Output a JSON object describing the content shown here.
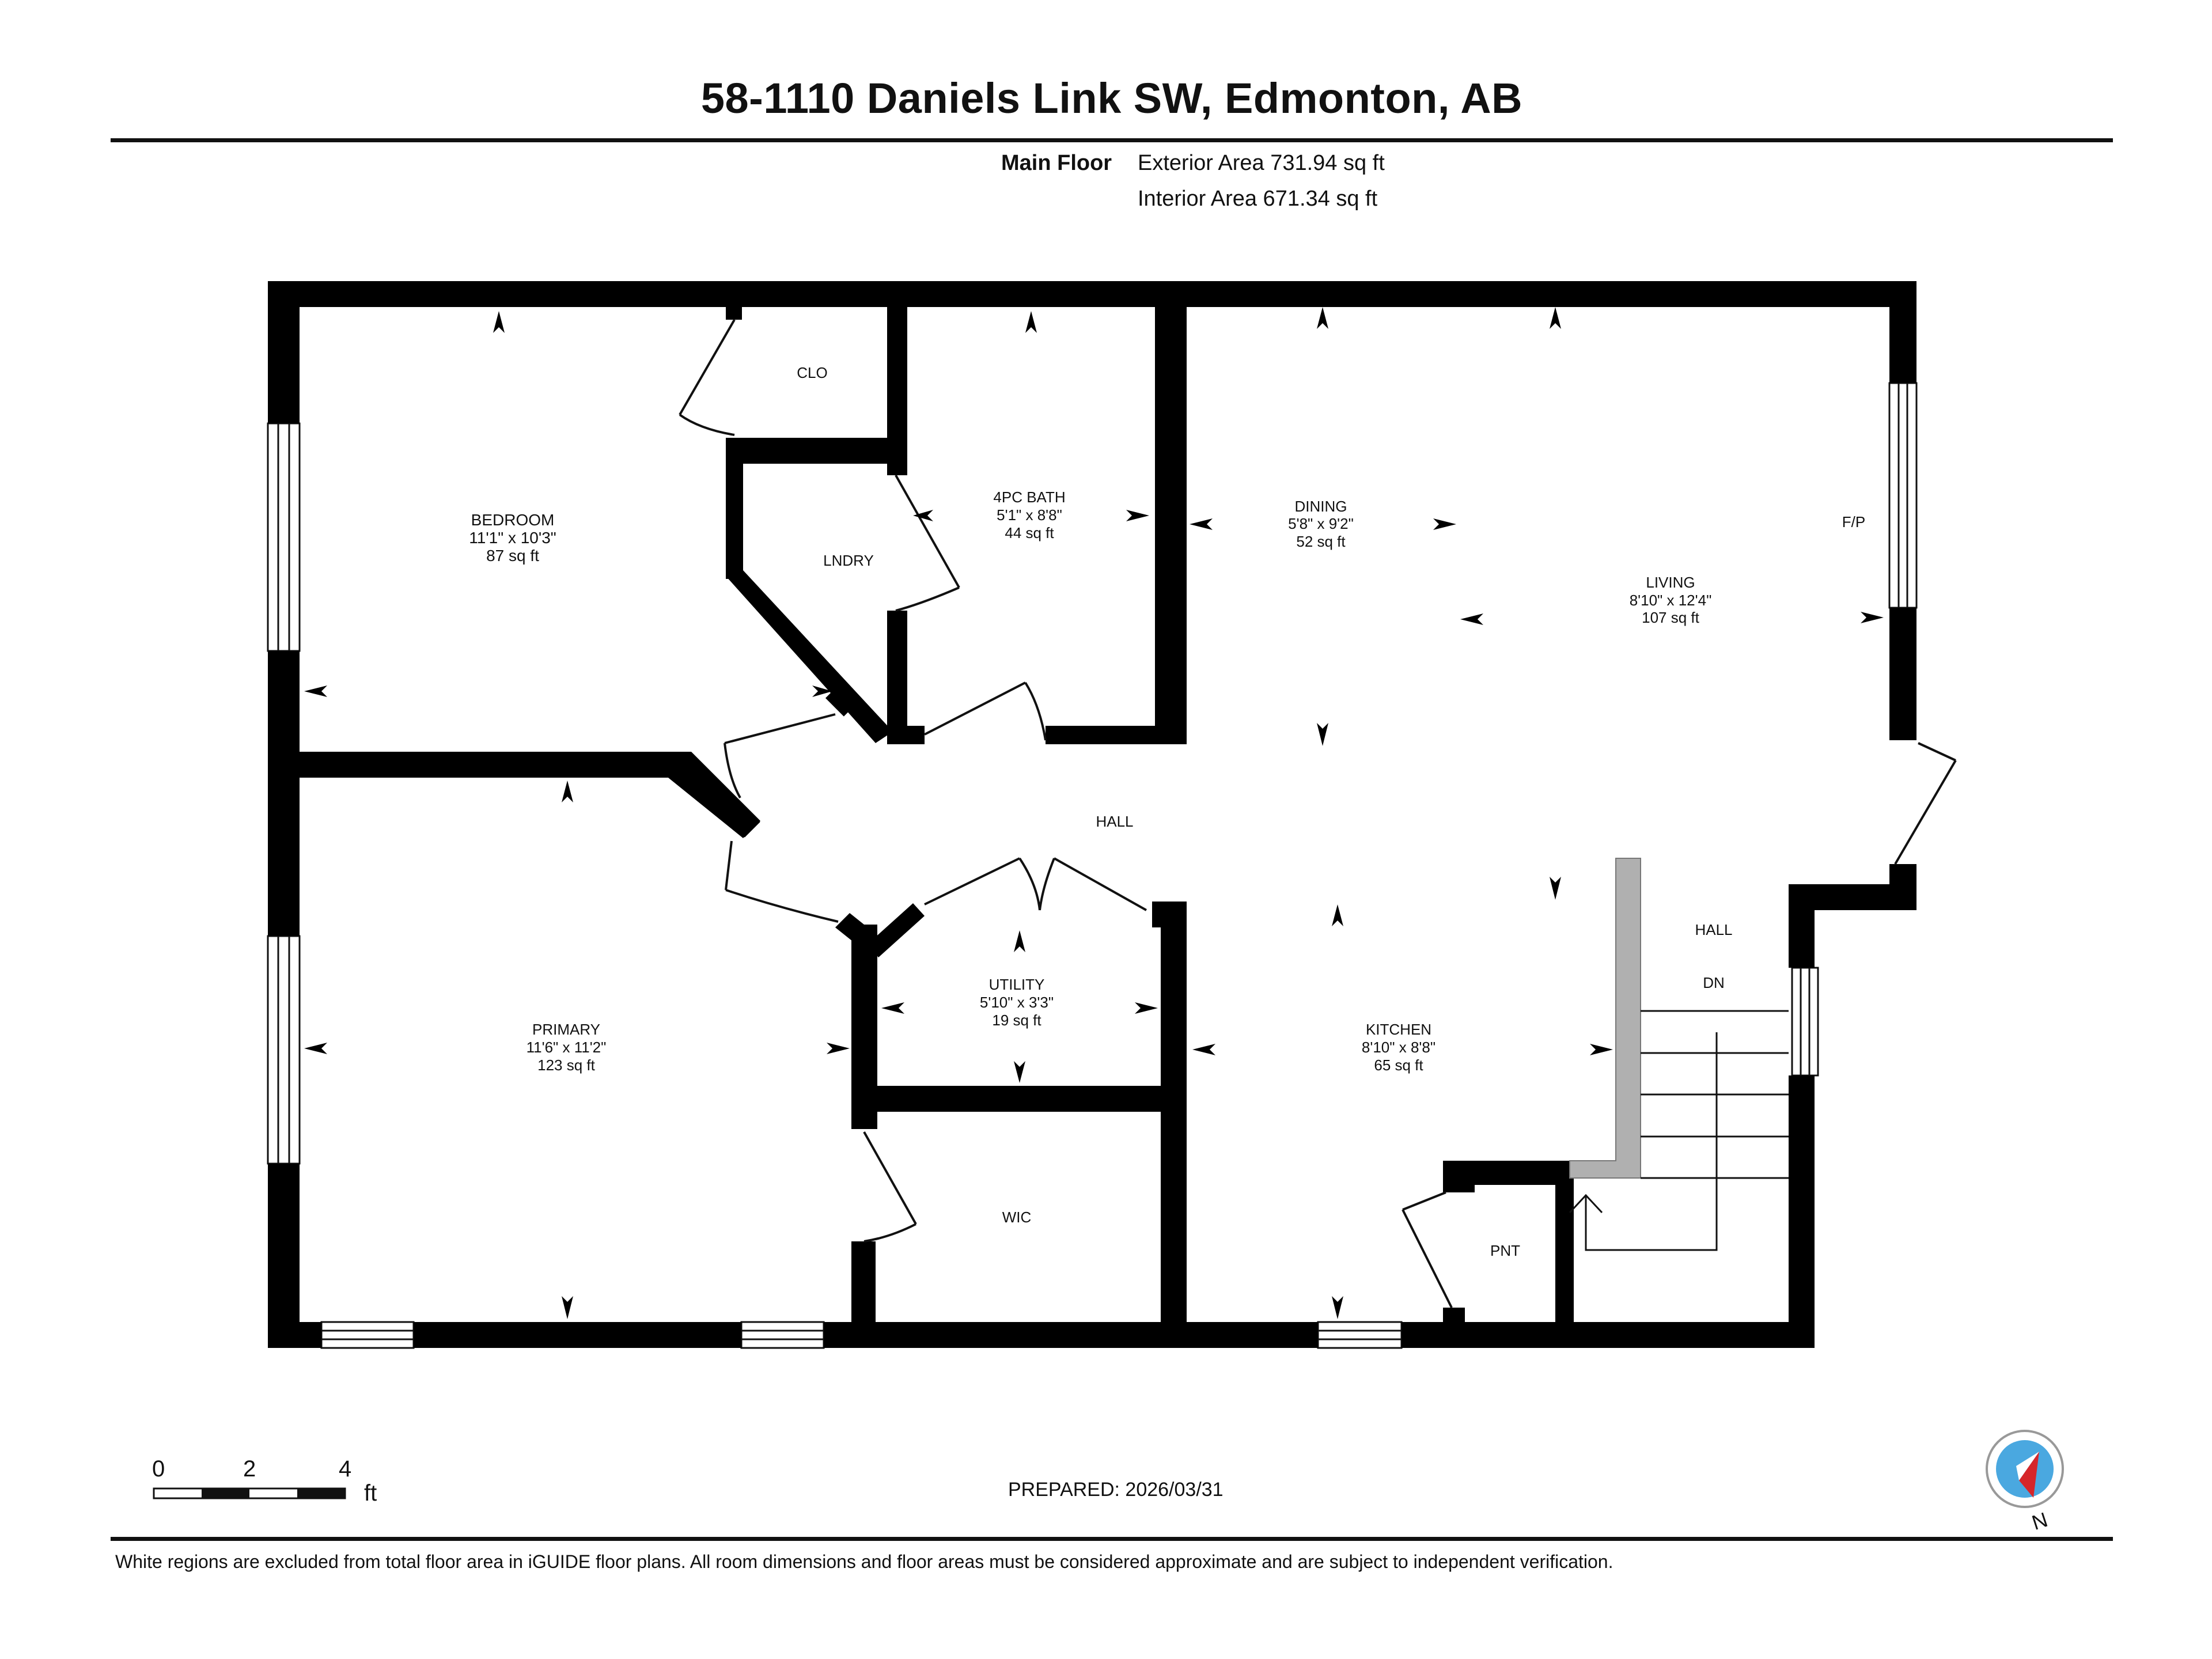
{
  "header": {
    "title": "58-1110 Daniels Link SW, Edmonton, AB"
  },
  "summary": {
    "floor_name": "Main Floor",
    "exterior_area": "Exterior Area 731.94 sq ft",
    "interior_area": "Interior Area 671.34 sq ft"
  },
  "rooms": {
    "bedroom": {
      "name": "BEDROOM",
      "dims": "11'1\" x 10'3\"",
      "area": "87 sq ft"
    },
    "clo": {
      "name": "CLO"
    },
    "lndry": {
      "name": "LNDRY"
    },
    "bath": {
      "name": "4PC BATH",
      "dims": "5'1\" x 8'8\"",
      "area": "44 sq ft"
    },
    "dining": {
      "name": "DINING",
      "dims": "5'8\" x 9'2\"",
      "area": "52 sq ft"
    },
    "living": {
      "name": "LIVING",
      "dims": "8'10\" x 12'4\"",
      "area": "107 sq ft"
    },
    "fp": {
      "name": "F/P"
    },
    "hall": {
      "name": "HALL"
    },
    "hall2": {
      "name": "HALL"
    },
    "dn": {
      "name": "DN"
    },
    "primary": {
      "name": "PRIMARY",
      "dims": "11'6\" x 11'2\"",
      "area": "123 sq ft"
    },
    "utility": {
      "name": "UTILITY",
      "dims": "5'10\" x 3'3\"",
      "area": "19 sq ft"
    },
    "kitchen": {
      "name": "KITCHEN",
      "dims": "8'10\" x 8'8\"",
      "area": "65 sq ft"
    },
    "wic": {
      "name": "WIC"
    },
    "pnt": {
      "name": "PNT"
    }
  },
  "scale": {
    "tick_0": "0",
    "tick_2": "2",
    "tick_4": "4",
    "unit": "ft"
  },
  "compass": {
    "label": "N"
  },
  "footer": {
    "prepared": "PREPARED: 2026/03/31",
    "disclaimer": "White regions are excluded from total floor area in iGUIDE floor plans. All room dimensions and floor areas must be considered approximate and are subject to independent verification."
  },
  "colors": {
    "wall": "#000000",
    "stair": "#b0b0b0",
    "compass_blue": "#4aa8e0",
    "compass_red": "#d6262a"
  }
}
